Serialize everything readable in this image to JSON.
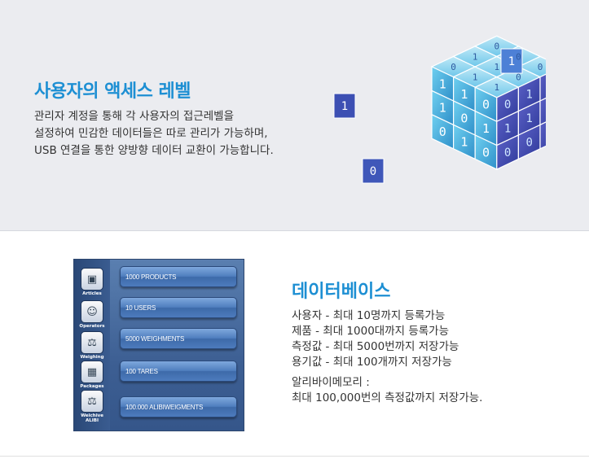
{
  "access": {
    "title": "사용자의 액세스 레벨",
    "lines": [
      "관리자 계정을 통해 각 사용자의 접근레벨을",
      "설정하여 민감한 데이터들은 따로 관리가 가능하며,",
      "USB 연결을 통한 양방향 데이터 교환이 가능합니다."
    ],
    "cube_digits": [
      "0",
      "1",
      "0",
      "1",
      "1",
      "0",
      "1",
      "0",
      "0",
      "1",
      "1",
      "0",
      "1",
      "0",
      "1",
      "0",
      "1",
      "0"
    ]
  },
  "database": {
    "title": "데이터베이스",
    "lines": [
      "사용자 - 최대 10명까지 등록가능",
      "제품 - 최대 1000대까지 등록가능",
      "측정값 - 최대 5000번까지 저장가능",
      "용기값 - 최대 100개까지 저장가능"
    ],
    "alibi_title": "알리바이메모리 :",
    "alibi_line": "최대 100,000번의 측정값까지 저장가능."
  },
  "panel": {
    "side_labels": [
      "Articles",
      "Operators",
      "Weighing",
      "Packages",
      "Weichive ALIBI"
    ],
    "side_icons": [
      "box-icon",
      "user-icon",
      "scale-icon",
      "package-icon",
      "archive-scale-icon"
    ],
    "bars": [
      "1000 PRODUCTS",
      "10 USERS",
      "5000 WEIGHMENTS",
      "100 TARES",
      "100.000 ALIBIWEIGMENTS"
    ]
  },
  "colors": {
    "accent": "#1d8fd3",
    "panel": "#3d5f93"
  }
}
